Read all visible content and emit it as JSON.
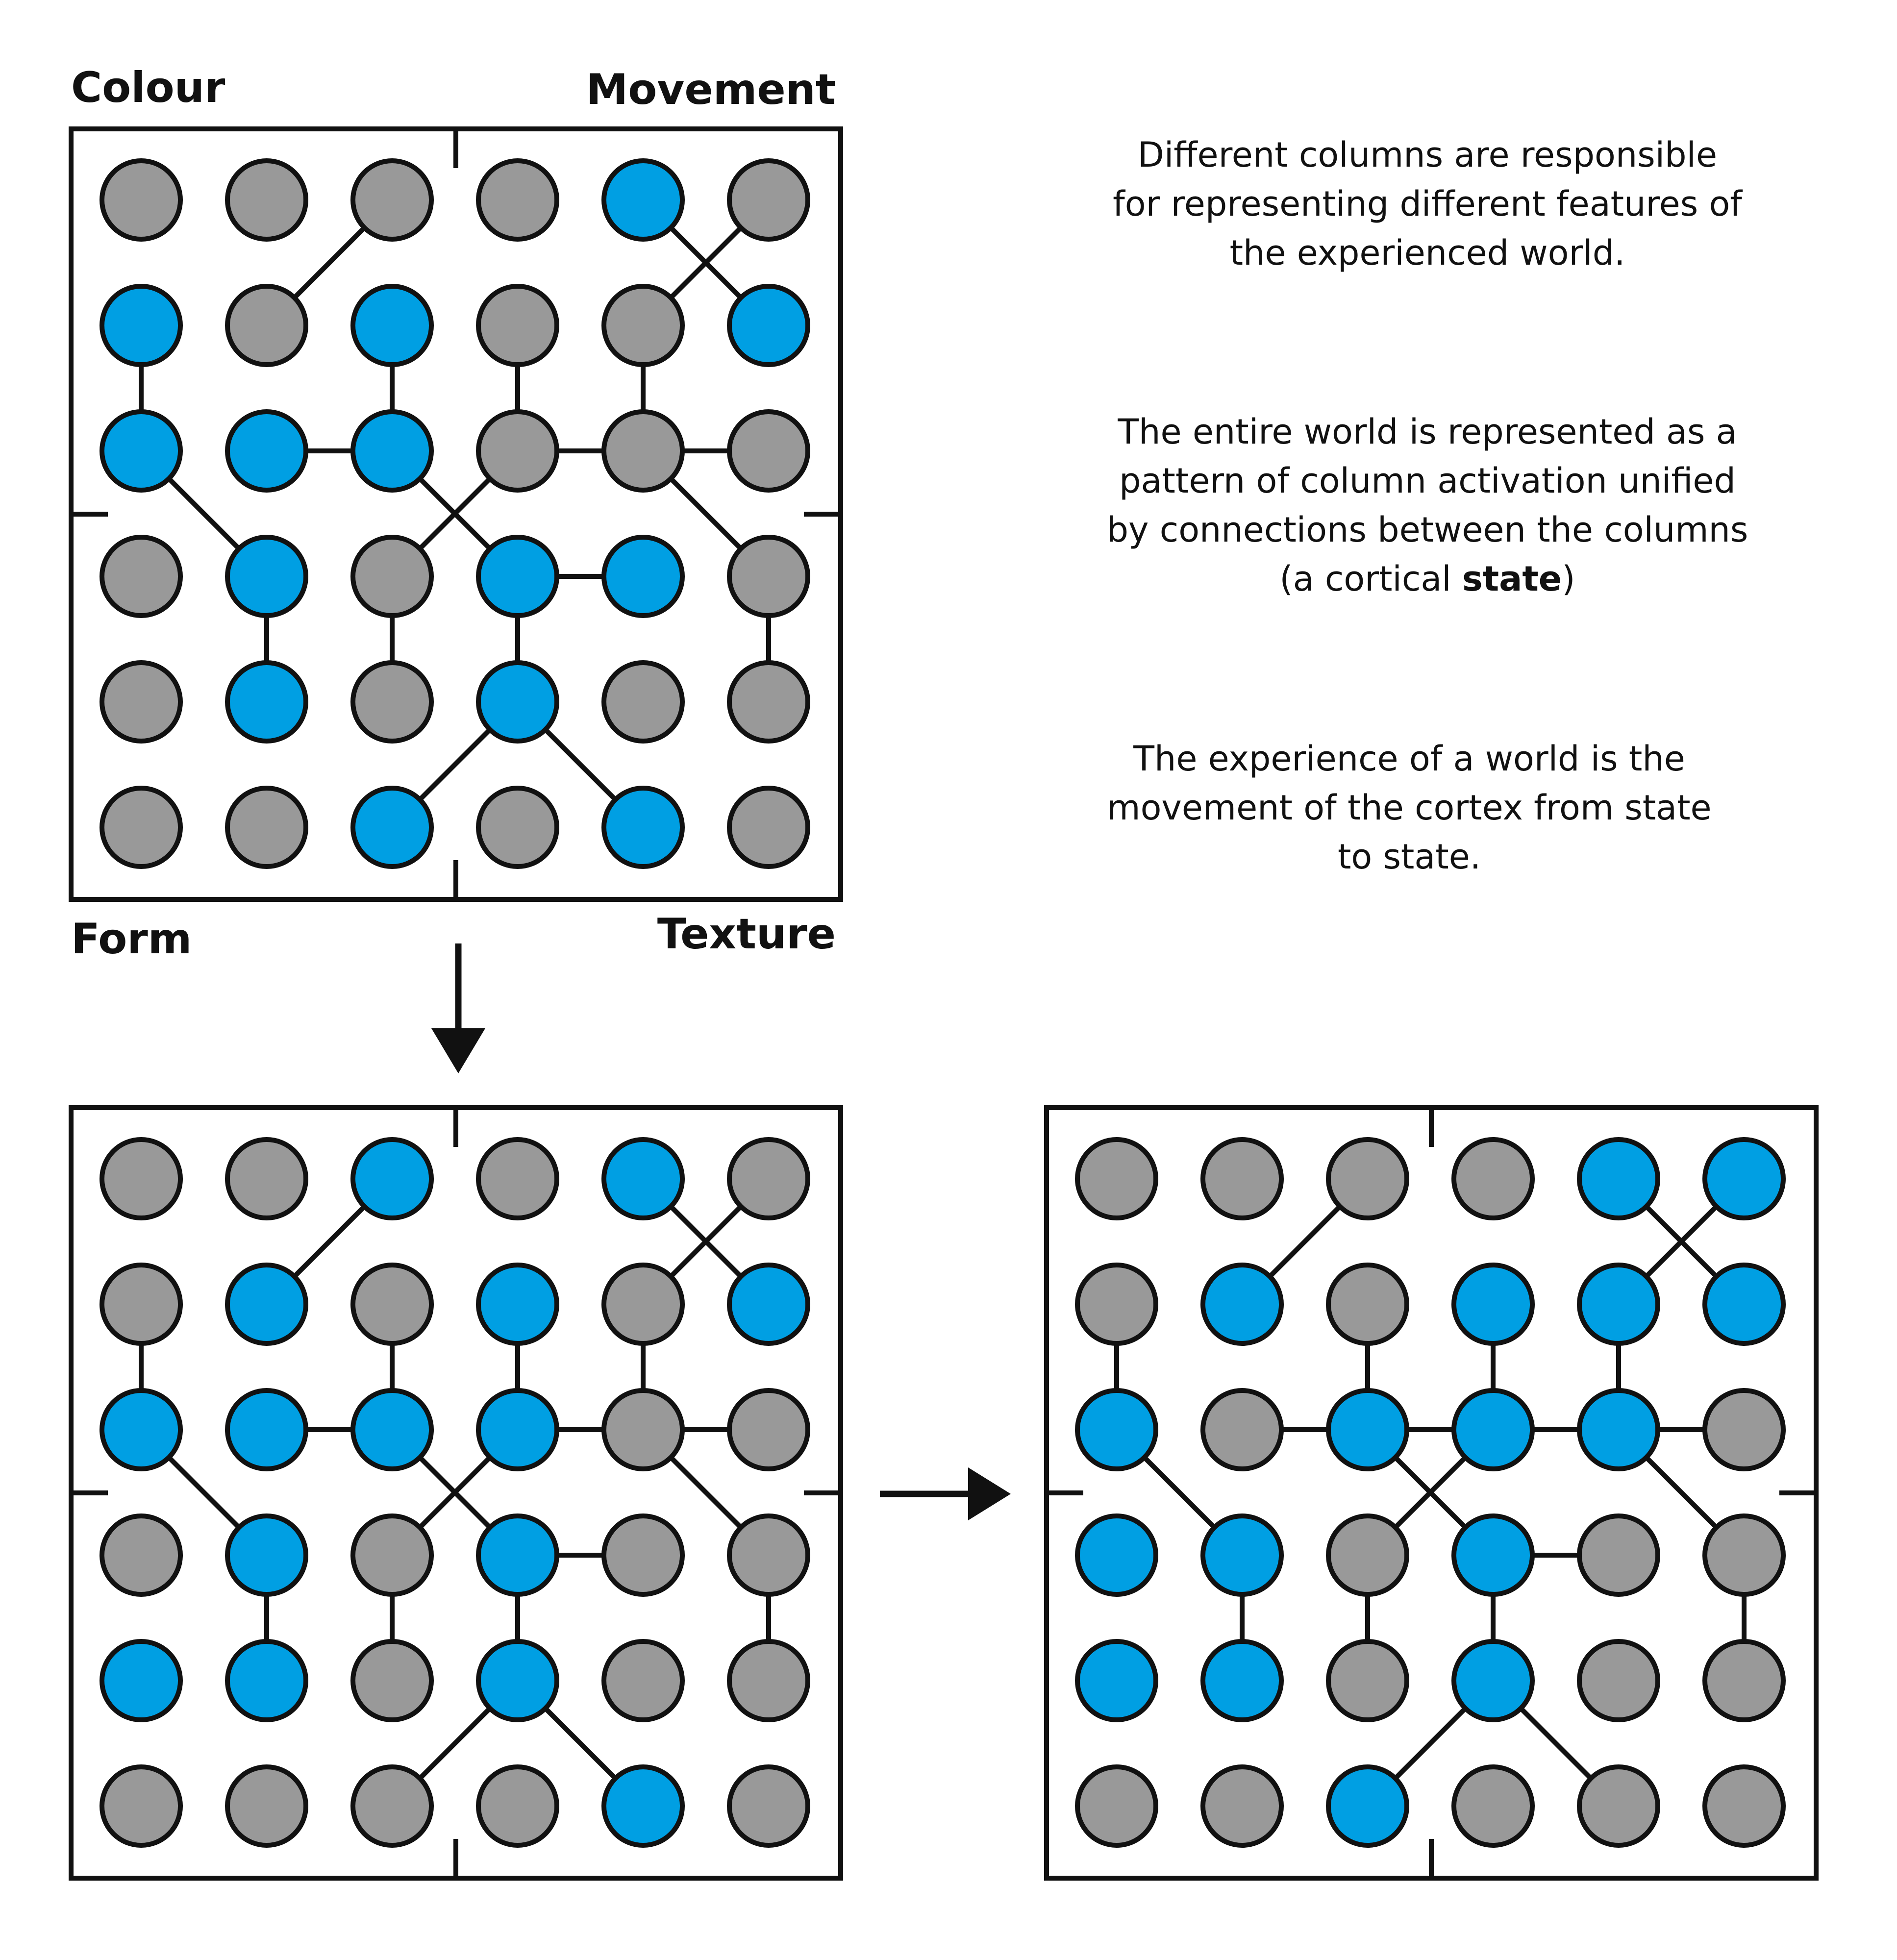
{
  "colors": {
    "active": "#009fe3",
    "inactive": "#999999",
    "ink": "#111111"
  },
  "labels": {
    "colour": "Colour",
    "movement": "Movement",
    "form": "Form",
    "texture": "Texture"
  },
  "text": {
    "p1": [
      "Different columns are responsible",
      "for representing different features of",
      "the experienced world."
    ],
    "p2": [
      "The entire world is represented as a",
      "pattern of column activation unified",
      "by connections between the columns"
    ],
    "p2_last_pre": "(a cortical ",
    "p2_last_bold": "state",
    "p2_last_post": ")",
    "p3": [
      "The experience of a world is the",
      "movement of the cortex from state",
      "to state."
    ]
  },
  "panels": [
    {
      "id": "state-a",
      "active": [
        [
          0,
          4
        ],
        [
          1,
          0
        ],
        [
          1,
          2
        ],
        [
          1,
          5
        ],
        [
          2,
          0
        ],
        [
          2,
          1
        ],
        [
          2,
          2
        ],
        [
          3,
          1
        ],
        [
          3,
          3
        ],
        [
          3,
          4
        ],
        [
          4,
          1
        ],
        [
          4,
          3
        ],
        [
          5,
          2
        ],
        [
          5,
          4
        ]
      ],
      "edges": [
        [
          [
            0,
            2
          ],
          [
            1,
            1
          ]
        ],
        [
          [
            0,
            4
          ],
          [
            1,
            5
          ]
        ],
        [
          [
            0,
            5
          ],
          [
            1,
            4
          ]
        ],
        [
          [
            1,
            0
          ],
          [
            2,
            0
          ]
        ],
        [
          [
            1,
            2
          ],
          [
            2,
            2
          ]
        ],
        [
          [
            1,
            3
          ],
          [
            2,
            3
          ]
        ],
        [
          [
            1,
            4
          ],
          [
            2,
            4
          ]
        ],
        [
          [
            2,
            1
          ],
          [
            2,
            2
          ]
        ],
        [
          [
            2,
            3
          ],
          [
            2,
            4
          ]
        ],
        [
          [
            2,
            4
          ],
          [
            2,
            5
          ]
        ],
        [
          [
            2,
            0
          ],
          [
            3,
            1
          ]
        ],
        [
          [
            2,
            2
          ],
          [
            3,
            3
          ]
        ],
        [
          [
            2,
            3
          ],
          [
            3,
            2
          ]
        ],
        [
          [
            2,
            4
          ],
          [
            3,
            5
          ]
        ],
        [
          [
            3,
            3
          ],
          [
            3,
            4
          ]
        ],
        [
          [
            3,
            1
          ],
          [
            4,
            1
          ]
        ],
        [
          [
            3,
            2
          ],
          [
            4,
            2
          ]
        ],
        [
          [
            3,
            3
          ],
          [
            4,
            3
          ]
        ],
        [
          [
            3,
            5
          ],
          [
            4,
            5
          ]
        ],
        [
          [
            4,
            3
          ],
          [
            5,
            2
          ]
        ],
        [
          [
            4,
            3
          ],
          [
            5,
            4
          ]
        ]
      ]
    },
    {
      "id": "state-b",
      "active": [
        [
          0,
          2
        ],
        [
          0,
          4
        ],
        [
          1,
          1
        ],
        [
          1,
          3
        ],
        [
          1,
          5
        ],
        [
          2,
          0
        ],
        [
          2,
          1
        ],
        [
          2,
          2
        ],
        [
          2,
          3
        ],
        [
          3,
          1
        ],
        [
          3,
          3
        ],
        [
          4,
          0
        ],
        [
          4,
          1
        ],
        [
          4,
          3
        ],
        [
          5,
          4
        ]
      ],
      "edges": [
        [
          [
            0,
            2
          ],
          [
            1,
            1
          ]
        ],
        [
          [
            0,
            4
          ],
          [
            1,
            5
          ]
        ],
        [
          [
            0,
            5
          ],
          [
            1,
            4
          ]
        ],
        [
          [
            1,
            0
          ],
          [
            2,
            0
          ]
        ],
        [
          [
            1,
            2
          ],
          [
            2,
            2
          ]
        ],
        [
          [
            1,
            3
          ],
          [
            2,
            3
          ]
        ],
        [
          [
            1,
            4
          ],
          [
            2,
            4
          ]
        ],
        [
          [
            2,
            1
          ],
          [
            2,
            2
          ]
        ],
        [
          [
            2,
            3
          ],
          [
            2,
            4
          ]
        ],
        [
          [
            2,
            4
          ],
          [
            2,
            5
          ]
        ],
        [
          [
            2,
            0
          ],
          [
            3,
            1
          ]
        ],
        [
          [
            2,
            2
          ],
          [
            3,
            3
          ]
        ],
        [
          [
            2,
            3
          ],
          [
            3,
            2
          ]
        ],
        [
          [
            2,
            4
          ],
          [
            3,
            5
          ]
        ],
        [
          [
            3,
            3
          ],
          [
            3,
            4
          ]
        ],
        [
          [
            3,
            1
          ],
          [
            4,
            1
          ]
        ],
        [
          [
            3,
            2
          ],
          [
            4,
            2
          ]
        ],
        [
          [
            3,
            3
          ],
          [
            4,
            3
          ]
        ],
        [
          [
            3,
            5
          ],
          [
            4,
            5
          ]
        ],
        [
          [
            4,
            3
          ],
          [
            5,
            2
          ]
        ],
        [
          [
            4,
            3
          ],
          [
            5,
            4
          ]
        ]
      ]
    },
    {
      "id": "state-c",
      "active": [
        [
          0,
          4
        ],
        [
          0,
          5
        ],
        [
          1,
          1
        ],
        [
          1,
          3
        ],
        [
          1,
          4
        ],
        [
          1,
          5
        ],
        [
          2,
          0
        ],
        [
          2,
          2
        ],
        [
          2,
          3
        ],
        [
          2,
          4
        ],
        [
          3,
          0
        ],
        [
          3,
          1
        ],
        [
          3,
          3
        ],
        [
          4,
          0
        ],
        [
          4,
          1
        ],
        [
          4,
          3
        ],
        [
          5,
          2
        ]
      ],
      "edges": [
        [
          [
            0,
            2
          ],
          [
            1,
            1
          ]
        ],
        [
          [
            0,
            4
          ],
          [
            1,
            5
          ]
        ],
        [
          [
            0,
            5
          ],
          [
            1,
            4
          ]
        ],
        [
          [
            1,
            0
          ],
          [
            2,
            0
          ]
        ],
        [
          [
            1,
            2
          ],
          [
            2,
            2
          ]
        ],
        [
          [
            1,
            3
          ],
          [
            2,
            3
          ]
        ],
        [
          [
            1,
            4
          ],
          [
            2,
            4
          ]
        ],
        [
          [
            2,
            1
          ],
          [
            2,
            2
          ]
        ],
        [
          [
            2,
            2
          ],
          [
            2,
            3
          ]
        ],
        [
          [
            2,
            3
          ],
          [
            2,
            4
          ]
        ],
        [
          [
            2,
            4
          ],
          [
            2,
            5
          ]
        ],
        [
          [
            2,
            0
          ],
          [
            3,
            1
          ]
        ],
        [
          [
            2,
            2
          ],
          [
            3,
            3
          ]
        ],
        [
          [
            2,
            3
          ],
          [
            3,
            2
          ]
        ],
        [
          [
            2,
            4
          ],
          [
            3,
            5
          ]
        ],
        [
          [
            3,
            3
          ],
          [
            3,
            4
          ]
        ],
        [
          [
            3,
            1
          ],
          [
            4,
            1
          ]
        ],
        [
          [
            3,
            2
          ],
          [
            4,
            2
          ]
        ],
        [
          [
            3,
            3
          ],
          [
            4,
            3
          ]
        ],
        [
          [
            3,
            5
          ],
          [
            4,
            5
          ]
        ],
        [
          [
            4,
            3
          ],
          [
            5,
            2
          ]
        ],
        [
          [
            4,
            3
          ],
          [
            5,
            4
          ]
        ]
      ]
    }
  ]
}
